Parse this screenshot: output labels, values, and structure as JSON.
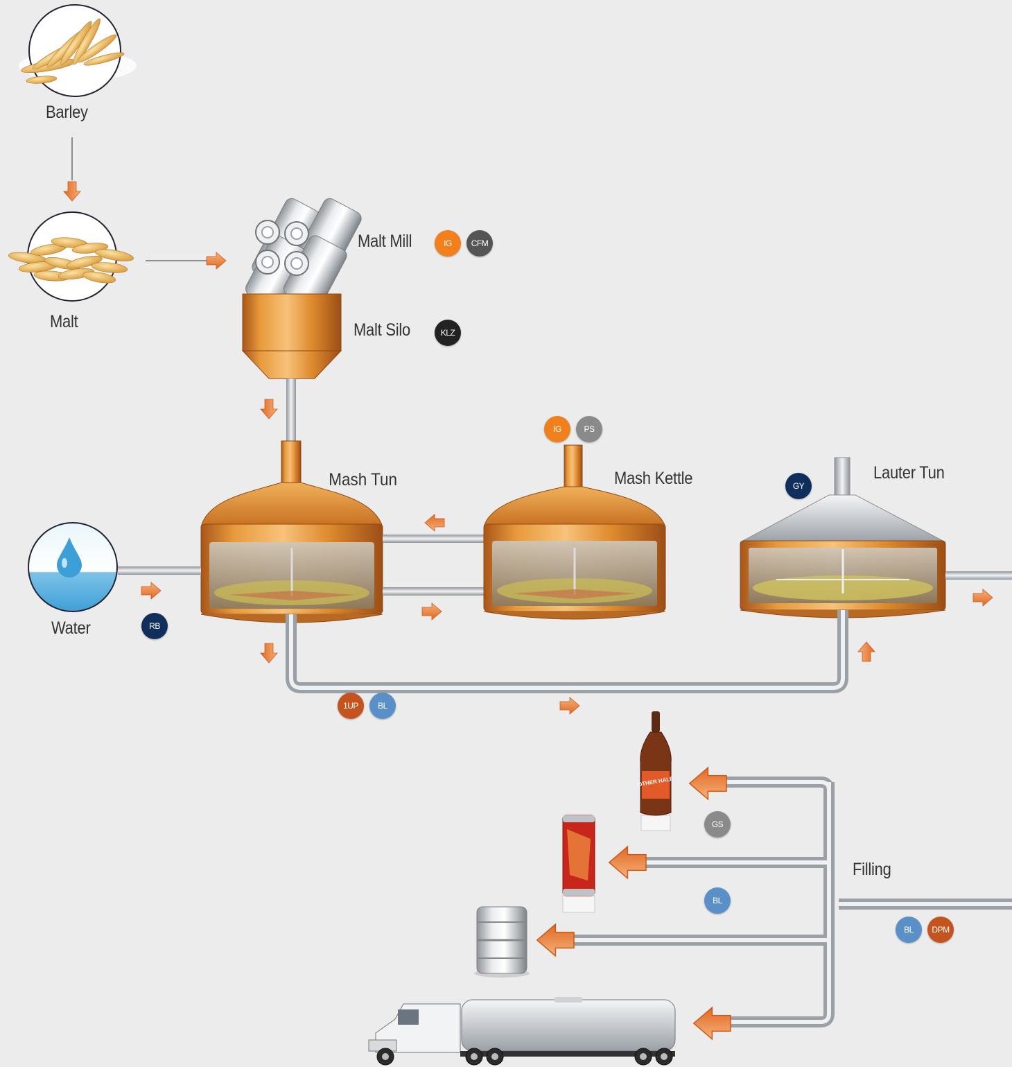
{
  "labels": {
    "barley": "Barley",
    "malt": "Malt",
    "malt_mill": "Malt Mill",
    "malt_silo": "Malt Silo",
    "mash_tun": "Mash Tun",
    "mash_kettle": "Mash Kettle",
    "lauter_tun": "Lauter Tun",
    "water": "Water",
    "filling": "Filling"
  },
  "badges": {
    "malt_mill_1": "IG",
    "malt_mill_2": "CFM",
    "malt_silo_1": "KLZ",
    "mash_kettle_1": "IG",
    "mash_kettle_2": "PS",
    "lauter_tun_1": "GY",
    "water_1": "RB",
    "transfer_1": "1UP",
    "transfer_2": "BL",
    "bottle_1": "GS",
    "can_1": "BL",
    "filling_1": "BL",
    "filling_2": "DPM"
  },
  "colors": {
    "background": "#ececec",
    "copper": "#d88a2e",
    "arrow": "#e8863c",
    "pipe": "#b8bcc0",
    "badge_orange": "#f07f1c",
    "badge_darkgray": "#555555",
    "badge_black": "#222222",
    "badge_gray": "#8a8a8a",
    "badge_navy": "#0f2e5c",
    "badge_rust": "#c4541f",
    "badge_lightblue": "#5b8fc8"
  },
  "vessel_label_text": "OTHER HALF"
}
